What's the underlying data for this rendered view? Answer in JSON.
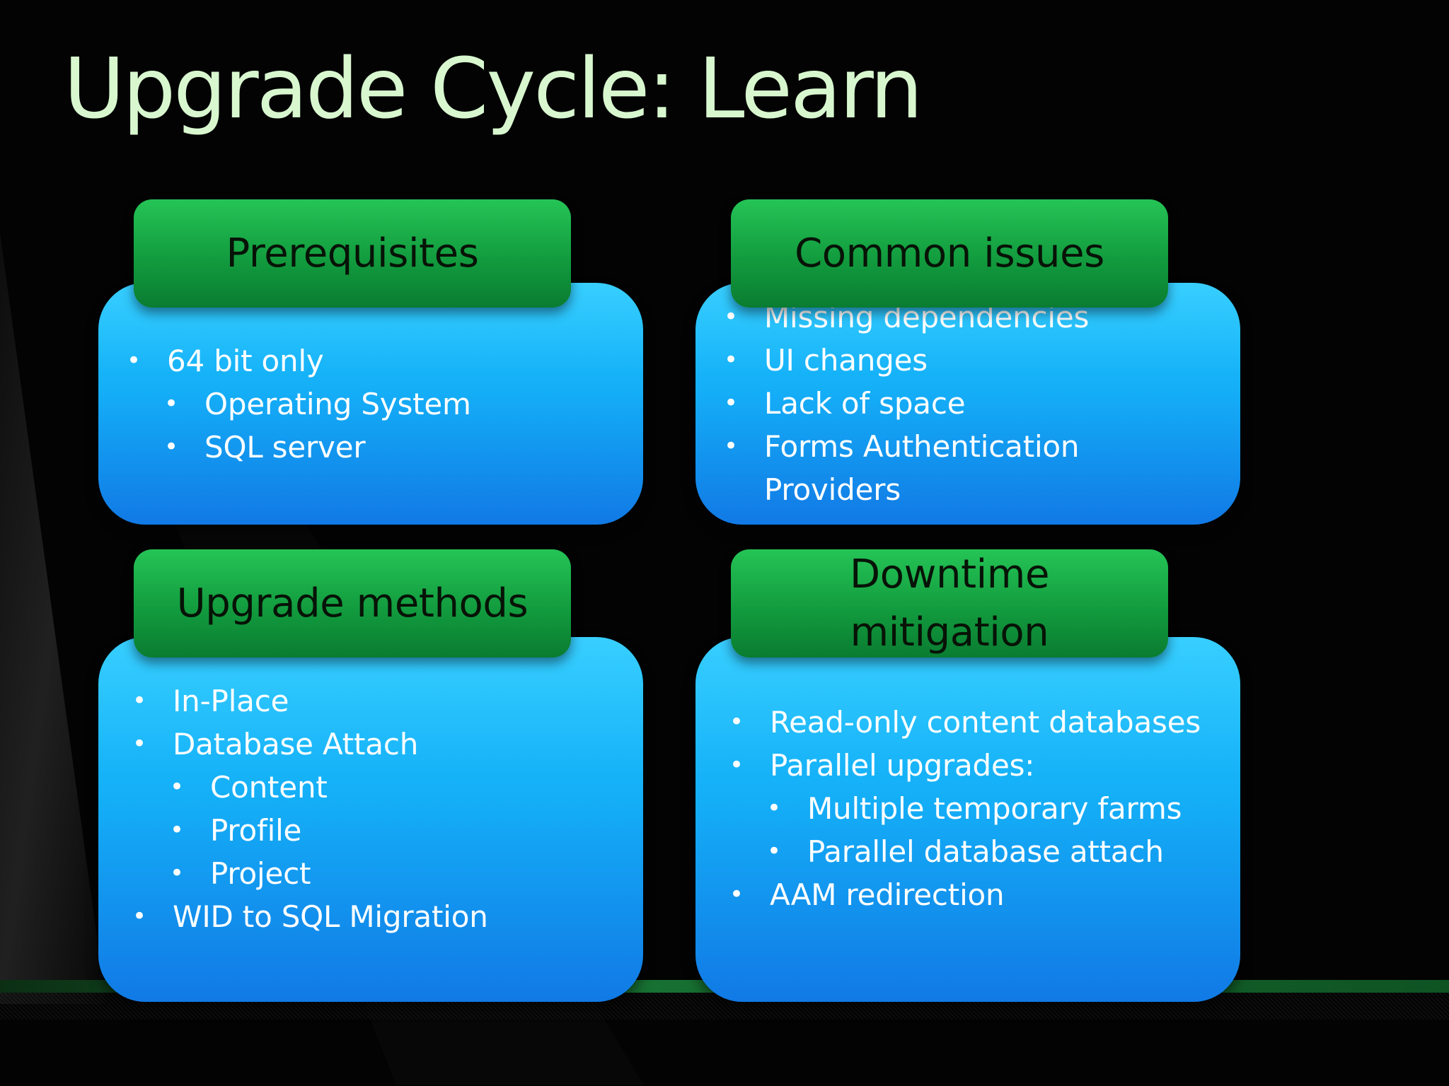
{
  "slide": {
    "title": "Upgrade Cycle: Learn"
  },
  "panels": {
    "prerequisites": {
      "heading": "Prerequisites",
      "items": [
        {
          "text": "64 bit only",
          "level": 1
        },
        {
          "text": "Operating System",
          "level": 2
        },
        {
          "text": "SQL server",
          "level": 2
        }
      ]
    },
    "common_issues": {
      "heading": "Common issues",
      "items": [
        {
          "text": "Missing dependencies",
          "level": 1
        },
        {
          "text": "UI changes",
          "level": 1
        },
        {
          "text": "Lack of space",
          "level": 1
        },
        {
          "text": "Forms Authentication\nProviders",
          "level": 1
        }
      ]
    },
    "upgrade_methods": {
      "heading": "Upgrade methods",
      "items": [
        {
          "text": "In-Place",
          "level": 1
        },
        {
          "text": "Database Attach",
          "level": 1
        },
        {
          "text": "Content",
          "level": 2
        },
        {
          "text": "Profile",
          "level": 2
        },
        {
          "text": "Project",
          "level": 2
        },
        {
          "text": "WID to SQL Migration",
          "level": 1
        }
      ]
    },
    "downtime_mitigation": {
      "heading": "Downtime\nmitigation",
      "items": [
        {
          "text": "Read-only content databases",
          "level": 1
        },
        {
          "text": "Parallel upgrades:",
          "level": 1
        },
        {
          "text": "Multiple temporary farms",
          "level": 2
        },
        {
          "text": "Parallel database attach",
          "level": 2
        },
        {
          "text": "AAM redirection",
          "level": 1
        }
      ]
    }
  },
  "colors": {
    "background": "#020302",
    "title_text": "#d8f7cf",
    "blue_box_top": "#21c9ff",
    "blue_box_bottom": "#1179e5",
    "green_header_top": "#25c456",
    "green_header_bottom": "#0a7c31",
    "body_text": "#ffffff",
    "header_text": "#071307"
  }
}
